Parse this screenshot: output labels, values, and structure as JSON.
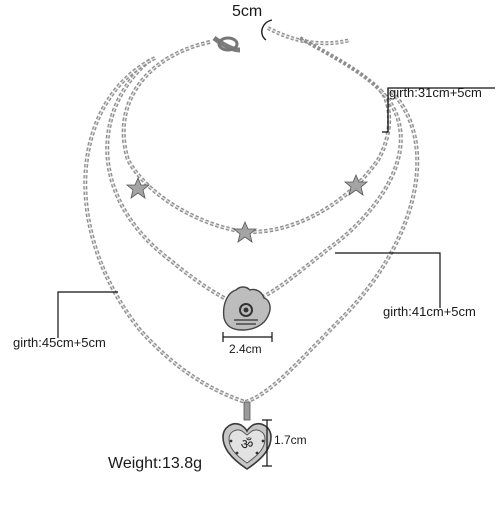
{
  "product": {
    "extender_label": "5cm",
    "chain_short": "girth:31cm+5cm",
    "chain_middle": "girth:41cm+5cm",
    "chain_long": "girth:45cm+5cm",
    "hamsa_width": "2.4cm",
    "heart_height": "1.7cm",
    "weight": "Weight:13.8g",
    "pendant_symbol": "ॐ"
  },
  "colors": {
    "silver": "#9a9a9a",
    "silver_dark": "#5f5f5f",
    "silver_light": "#d6d6d6",
    "guide_line": "#111111"
  }
}
